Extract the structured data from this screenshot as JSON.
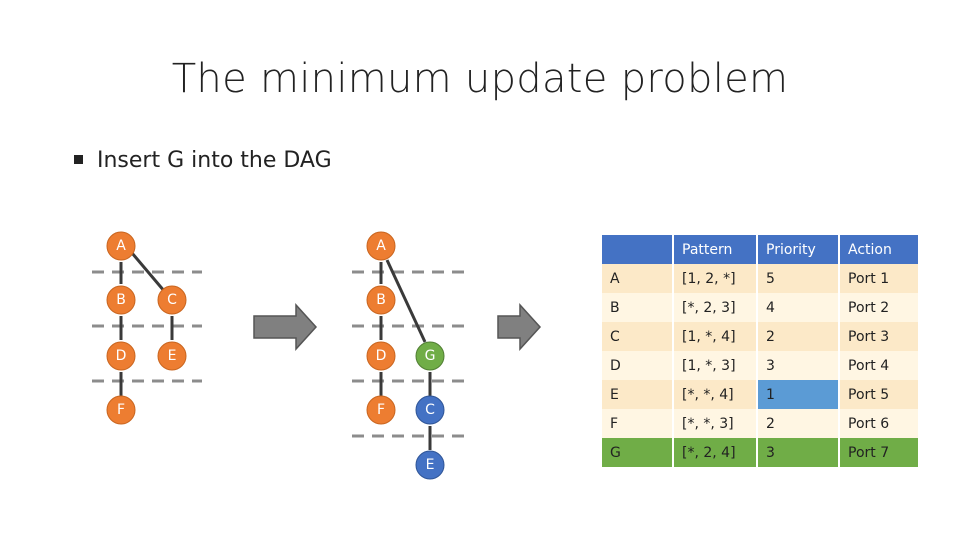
{
  "title": "The minimum update problem",
  "bullet": "Insert G into the DAG",
  "colors": {
    "orange": "#ed7d31",
    "green": "#70ad47",
    "blue": "#4472c4",
    "dash": "#8c8c8c",
    "arrow": "#808080"
  },
  "dag_before": {
    "nodes": [
      "A",
      "B",
      "C",
      "D",
      "E",
      "F"
    ]
  },
  "dag_after": {
    "nodes": [
      "A",
      "B",
      "D",
      "G",
      "F",
      "C",
      "E"
    ]
  },
  "table": {
    "headers": [
      "",
      "Pattern",
      "Priority",
      "Action"
    ],
    "rows": [
      [
        "A",
        "[1, 2, *]",
        "5",
        "Port 1"
      ],
      [
        "B",
        "[*, 2, 3]",
        "4",
        "Port 2"
      ],
      [
        "C",
        "[1, *, 4]",
        "2",
        "Port 3"
      ],
      [
        "D",
        "[1, *, 3]",
        "3",
        "Port 4"
      ],
      [
        "E",
        "[*, *, 4]",
        "1",
        "Port 5"
      ],
      [
        "F",
        "[*, *, 3]",
        "2",
        "Port 6"
      ],
      [
        "G",
        "[*, 2, 4]",
        "3",
        "Port 7"
      ]
    ]
  }
}
